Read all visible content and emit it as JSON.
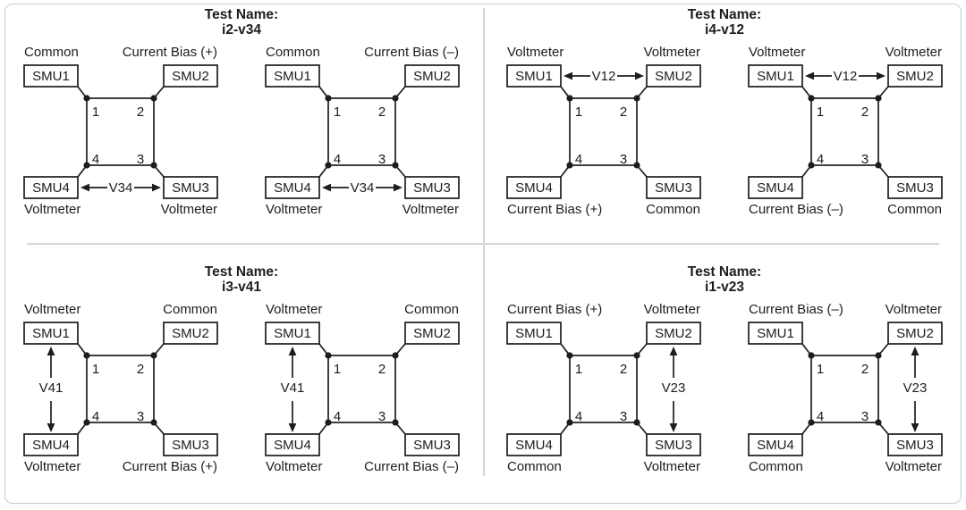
{
  "figure": {
    "ink_color": "#1d1d1f",
    "border_color": "#c9cbcd",
    "divider_color": "#d3d5d7",
    "background": "#ffffff"
  },
  "quadrants": [
    {
      "title_label": "Test Name:",
      "test_id": "i2-v34",
      "arrow_position": "bottom",
      "diagrams": [
        {
          "roles": {
            "top_left": "Common",
            "top_right": "Current Bias (+)",
            "bottom_left": "Voltmeter",
            "bottom_right": "Voltmeter"
          },
          "smus": {
            "top_left": "SMU1",
            "top_right": "SMU2",
            "bottom_left": "SMU4",
            "bottom_right": "SMU3"
          },
          "terminals": {
            "top_left": "1",
            "top_right": "2",
            "bottom_left": "4",
            "bottom_right": "3"
          },
          "arrow_label": "V34"
        },
        {
          "roles": {
            "top_left": "Common",
            "top_right": "Current Bias (–)",
            "bottom_left": "Voltmeter",
            "bottom_right": "Voltmeter"
          },
          "smus": {
            "top_left": "SMU1",
            "top_right": "SMU2",
            "bottom_left": "SMU4",
            "bottom_right": "SMU3"
          },
          "terminals": {
            "top_left": "1",
            "top_right": "2",
            "bottom_left": "4",
            "bottom_right": "3"
          },
          "arrow_label": "V34"
        }
      ]
    },
    {
      "title_label": "Test Name:",
      "test_id": "i4-v12",
      "arrow_position": "top",
      "diagrams": [
        {
          "roles": {
            "top_left": "Voltmeter",
            "top_right": "Voltmeter",
            "bottom_left": "Current Bias (+)",
            "bottom_right": "Common"
          },
          "smus": {
            "top_left": "SMU1",
            "top_right": "SMU2",
            "bottom_left": "SMU4",
            "bottom_right": "SMU3"
          },
          "terminals": {
            "top_left": "1",
            "top_right": "2",
            "bottom_left": "4",
            "bottom_right": "3"
          },
          "arrow_label": "V12"
        },
        {
          "roles": {
            "top_left": "Voltmeter",
            "top_right": "Voltmeter",
            "bottom_left": "Current Bias (–)",
            "bottom_right": "Common"
          },
          "smus": {
            "top_left": "SMU1",
            "top_right": "SMU2",
            "bottom_left": "SMU4",
            "bottom_right": "SMU3"
          },
          "terminals": {
            "top_left": "1",
            "top_right": "2",
            "bottom_left": "4",
            "bottom_right": "3"
          },
          "arrow_label": "V12"
        }
      ]
    },
    {
      "title_label": "Test Name:",
      "test_id": "i3-v41",
      "arrow_position": "left",
      "diagrams": [
        {
          "roles": {
            "top_left": "Voltmeter",
            "top_right": "Common",
            "bottom_left": "Voltmeter",
            "bottom_right": "Current Bias (+)"
          },
          "smus": {
            "top_left": "SMU1",
            "top_right": "SMU2",
            "bottom_left": "SMU4",
            "bottom_right": "SMU3"
          },
          "terminals": {
            "top_left": "1",
            "top_right": "2",
            "bottom_left": "4",
            "bottom_right": "3"
          },
          "arrow_label": "V41"
        },
        {
          "roles": {
            "top_left": "Voltmeter",
            "top_right": "Common",
            "bottom_left": "Voltmeter",
            "bottom_right": "Current Bias (–)"
          },
          "smus": {
            "top_left": "SMU1",
            "top_right": "SMU2",
            "bottom_left": "SMU4",
            "bottom_right": "SMU3"
          },
          "terminals": {
            "top_left": "1",
            "top_right": "2",
            "bottom_left": "4",
            "bottom_right": "3"
          },
          "arrow_label": "V41"
        }
      ]
    },
    {
      "title_label": "Test Name:",
      "test_id": "i1-v23",
      "arrow_position": "right",
      "diagrams": [
        {
          "roles": {
            "top_left": "Current Bias (+)",
            "top_right": "Voltmeter",
            "bottom_left": "Common",
            "bottom_right": "Voltmeter"
          },
          "smus": {
            "top_left": "SMU1",
            "top_right": "SMU2",
            "bottom_left": "SMU4",
            "bottom_right": "SMU3"
          },
          "terminals": {
            "top_left": "1",
            "top_right": "2",
            "bottom_left": "4",
            "bottom_right": "3"
          },
          "arrow_label": "V23"
        },
        {
          "roles": {
            "top_left": "Current Bias (–)",
            "top_right": "Voltmeter",
            "bottom_left": "Common",
            "bottom_right": "Voltmeter"
          },
          "smus": {
            "top_left": "SMU1",
            "top_right": "SMU2",
            "bottom_left": "SMU4",
            "bottom_right": "SMU3"
          },
          "terminals": {
            "top_left": "1",
            "top_right": "2",
            "bottom_left": "4",
            "bottom_right": "3"
          },
          "arrow_label": "V23"
        }
      ]
    }
  ]
}
